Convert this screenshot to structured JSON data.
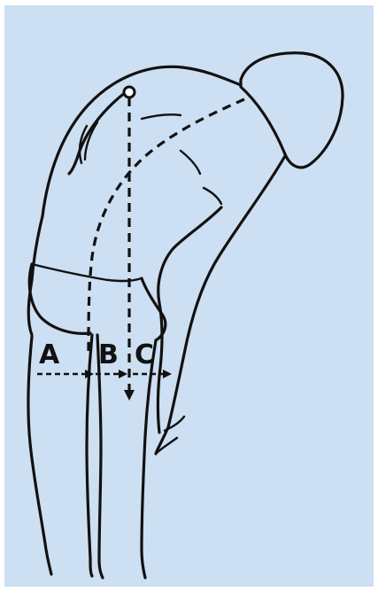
{
  "colors": {
    "background": "#cddff2",
    "frame": "#ffffff",
    "ink": "#111111"
  },
  "labels": {
    "a": "A",
    "b": "B",
    "c": "C"
  }
}
